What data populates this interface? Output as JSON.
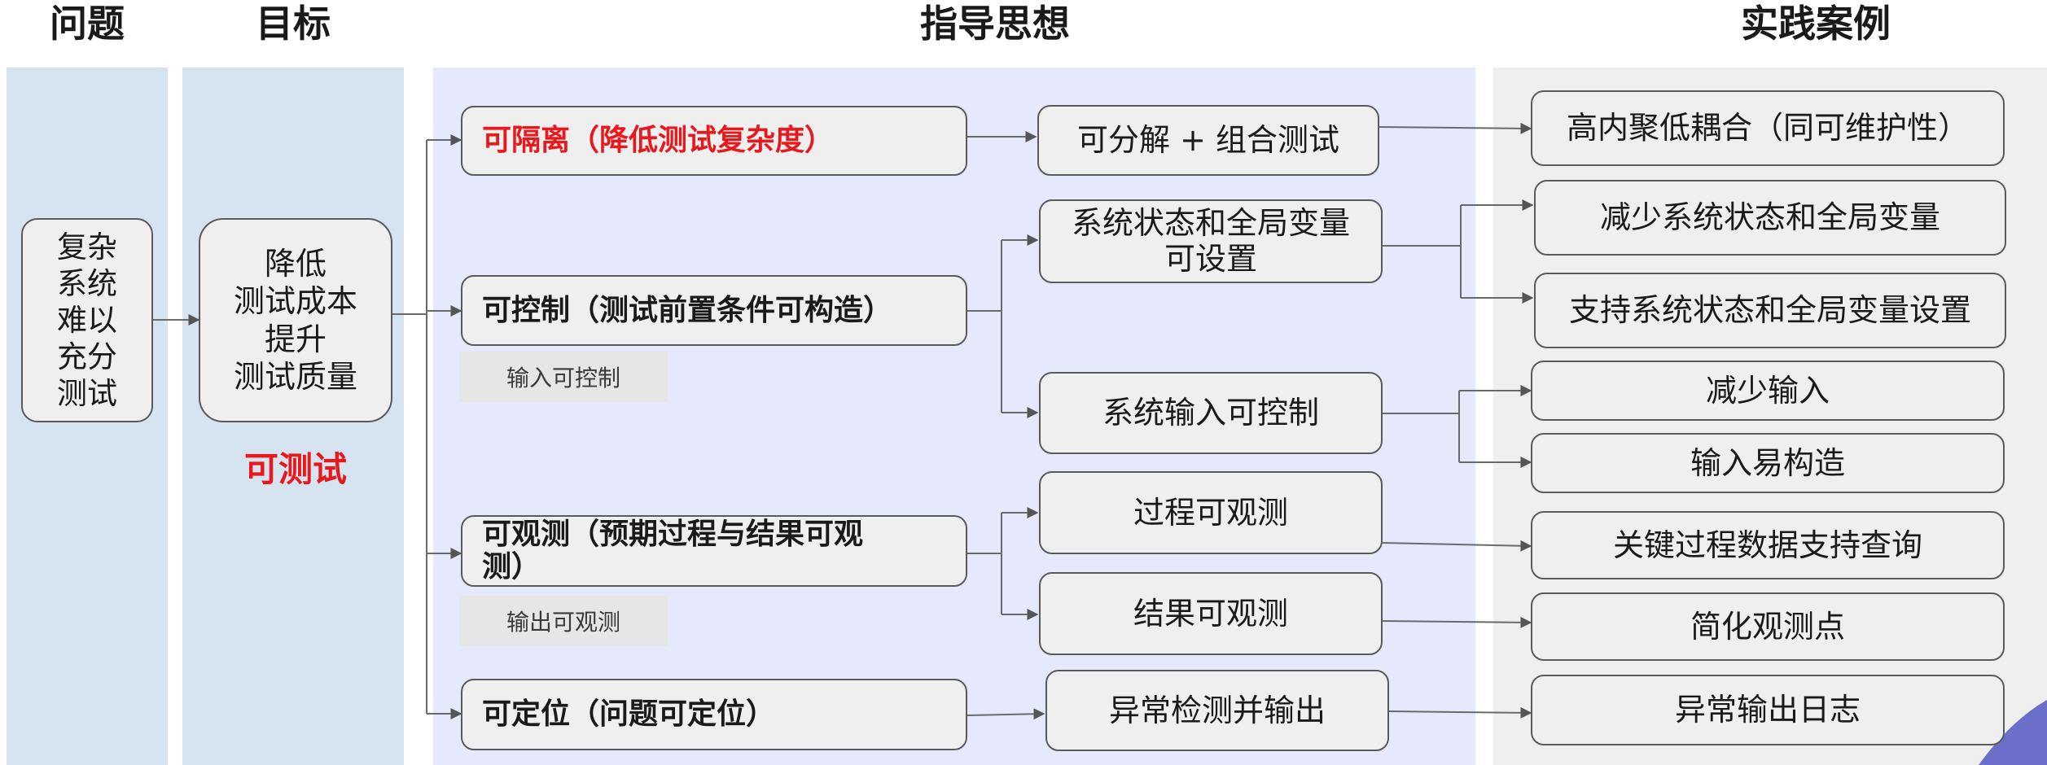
{
  "headers": {
    "problem": "问题",
    "goal": "目标",
    "guiding": "指导思想",
    "practice": "实践案例"
  },
  "problem_box": "复杂\n系统\n难以\n充分\n测试",
  "goal_box": "降低\n测试成本\n提升\n测试质量",
  "goal_label": "可测试",
  "principles": [
    "可隔离（降低测试复杂度）",
    "可控制（测试前置条件可构造）",
    "可观测（预期过程与结果可观\n测）",
    "可定位（问题可定位）"
  ],
  "notes": {
    "control": "输入可控制",
    "observe": "输出可观测"
  },
  "middle": [
    "可分解 + 组合测试",
    "系统状态和全局变量\n可设置",
    "系统输入可控制",
    "过程可观测",
    "结果可观测",
    "异常检测并输出"
  ],
  "cases": [
    "高内聚低耦合（同可维护性）",
    "减少系统状态和全局变量",
    "支持系统状态和全局变量设置",
    "减少输入",
    "输入易构造",
    "关键过程数据支持查询",
    "简化观测点",
    "异常输出日志"
  ],
  "colors": {
    "col_problem_goal": "#d6e4f2",
    "col_guiding": "#e6e8fc",
    "col_practice": "#efefef",
    "highlight_red": "#e8191c",
    "corner_accent": "#6b6fc9"
  }
}
